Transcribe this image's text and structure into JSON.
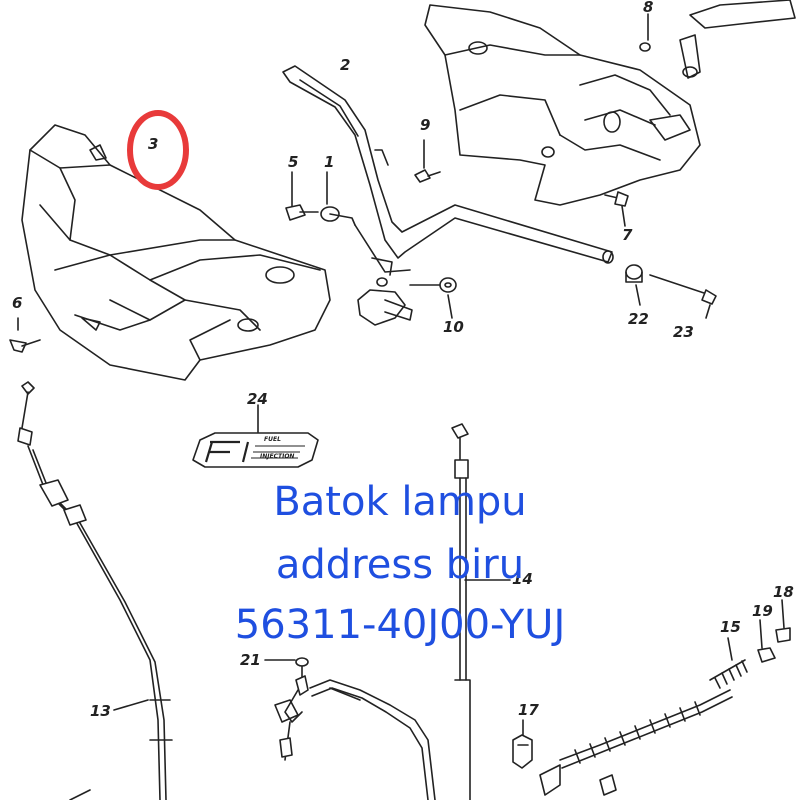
{
  "parts": {
    "p1": "1",
    "p2": "2",
    "p3": "3",
    "p5": "5",
    "p6": "6",
    "p7": "7",
    "p8": "8",
    "p9": "9",
    "p10": "10",
    "p13": "13",
    "p14": "14",
    "p15": "15",
    "p17": "17",
    "p18": "18",
    "p19": "19",
    "p21": "21",
    "p22": "22",
    "p23": "23",
    "p24": "24"
  },
  "emblem": {
    "letters": "FI",
    "line1": "FUEL",
    "line2": "INJECTION"
  },
  "caption": {
    "line1": "Batok lampu",
    "line2": "address biru",
    "line3": "56311-40J00-YUJ"
  },
  "highlight_color": "#e83a3a",
  "caption_color": "#1f4fe0"
}
